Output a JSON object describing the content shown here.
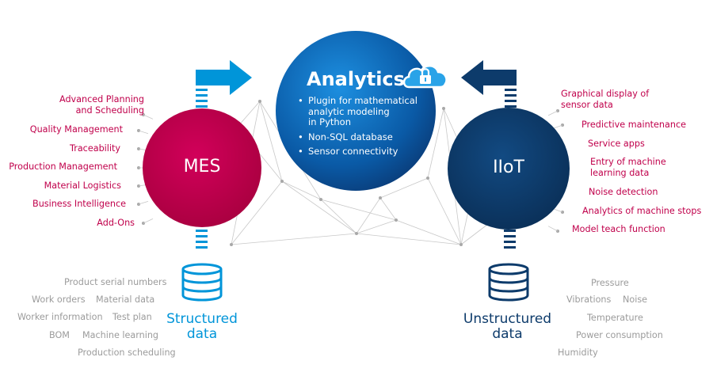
{
  "colors": {
    "mes": "#c0004b",
    "analytics": "#0073c6",
    "iiot": "#0d3b6b",
    "structured": "#0095d9",
    "unstructured": "#0d3b6b",
    "pink_text": "#c0004b",
    "grey_text": "#9b9b9b"
  },
  "hub": {
    "title": "Analytics",
    "icon": "cloud-lock-icon",
    "items": [
      "Plugin for mathematical\nanalytic modeling\nin Python",
      "Non-SQL database",
      "Sensor connectivity"
    ]
  },
  "mes": {
    "title": "MES",
    "features": [
      "Advanced Planning\nand Scheduling",
      "Quality Management",
      "Traceability",
      "Production Management",
      "Material Logistics",
      "Business Intelligence",
      "Add-Ons"
    ]
  },
  "iiot": {
    "title": "IIoT",
    "features": [
      "Graphical display of\nsensor data",
      "Predictive maintenance",
      "Service apps",
      "Entry of machine\nlearning data",
      "Noise detection",
      "Analytics of machine stops",
      "Model teach function"
    ]
  },
  "structured": {
    "title": "Structured\ndata",
    "icon": "database-icon",
    "sources": [
      "Product serial numbers",
      "Work orders",
      "Material data",
      "Worker information",
      "Test plan",
      "BOM",
      "Machine learning",
      "Production scheduling"
    ]
  },
  "unstructured": {
    "title": "Unstructured\ndata",
    "icon": "database-icon",
    "sources": [
      "Pressure",
      "Vibrations",
      "Noise",
      "Temperature",
      "Power consumption",
      "Humidity"
    ]
  }
}
